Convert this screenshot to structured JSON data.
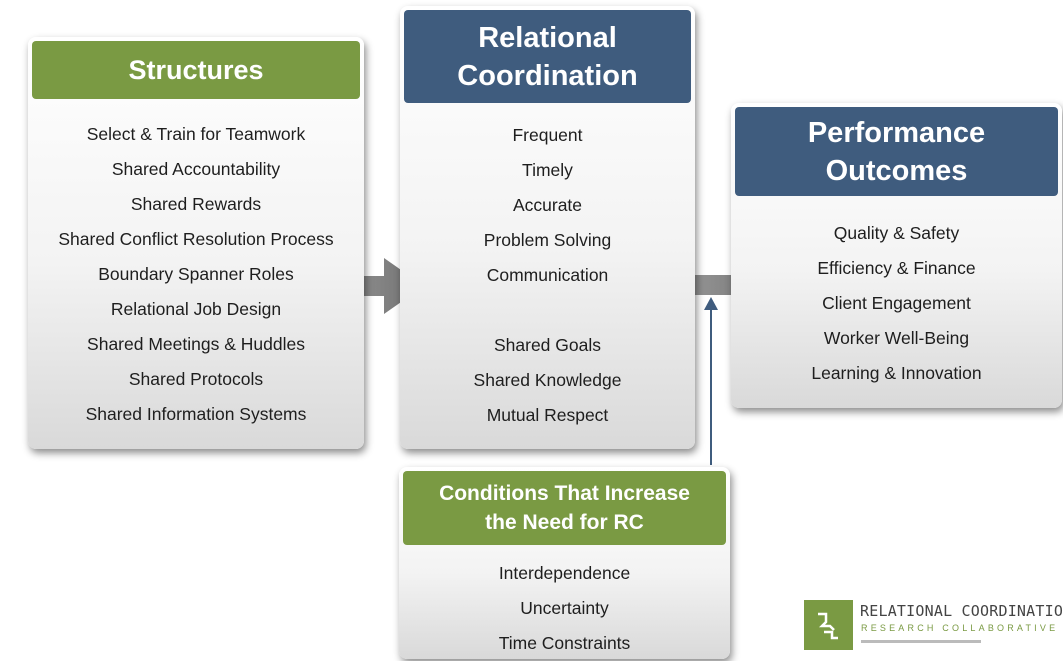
{
  "structures": {
    "title": "Structures",
    "items": [
      "Select & Train for Teamwork",
      "Shared Accountability",
      "Shared Rewards",
      "Shared Conflict Resolution Process",
      "Boundary Spanner Roles",
      "Relational Job Design",
      "Shared Meetings & Huddles",
      "Shared Protocols",
      "Shared Information Systems"
    ]
  },
  "rc": {
    "title_line1": "Relational",
    "title_line2": "Coordination",
    "communication": [
      "Frequent",
      "Timely",
      "Accurate",
      "Problem Solving",
      "Communication"
    ],
    "relationships": [
      "Shared Goals",
      "Shared Knowledge",
      "Mutual Respect"
    ]
  },
  "outcomes": {
    "title_line1": "Performance",
    "title_line2": "Outcomes",
    "items": [
      "Quality & Safety",
      "Efficiency & Finance",
      "Client Engagement",
      "Worker Well-Being",
      "Learning & Innovation"
    ]
  },
  "conditions": {
    "title_line1": "Conditions That Increase",
    "title_line2": "the Need for RC",
    "items": [
      "Interdependence",
      "Uncertainty",
      "Time Constraints"
    ]
  },
  "logo": {
    "line1": "RELATIONAL COORDINATION",
    "line2": "RESEARCH COLLABORATIVE"
  },
  "colors": {
    "green": "#7a9a43",
    "navy": "#3f5c7e",
    "orange": "#e8743a",
    "gray_arrow": "#7b7b7b"
  }
}
